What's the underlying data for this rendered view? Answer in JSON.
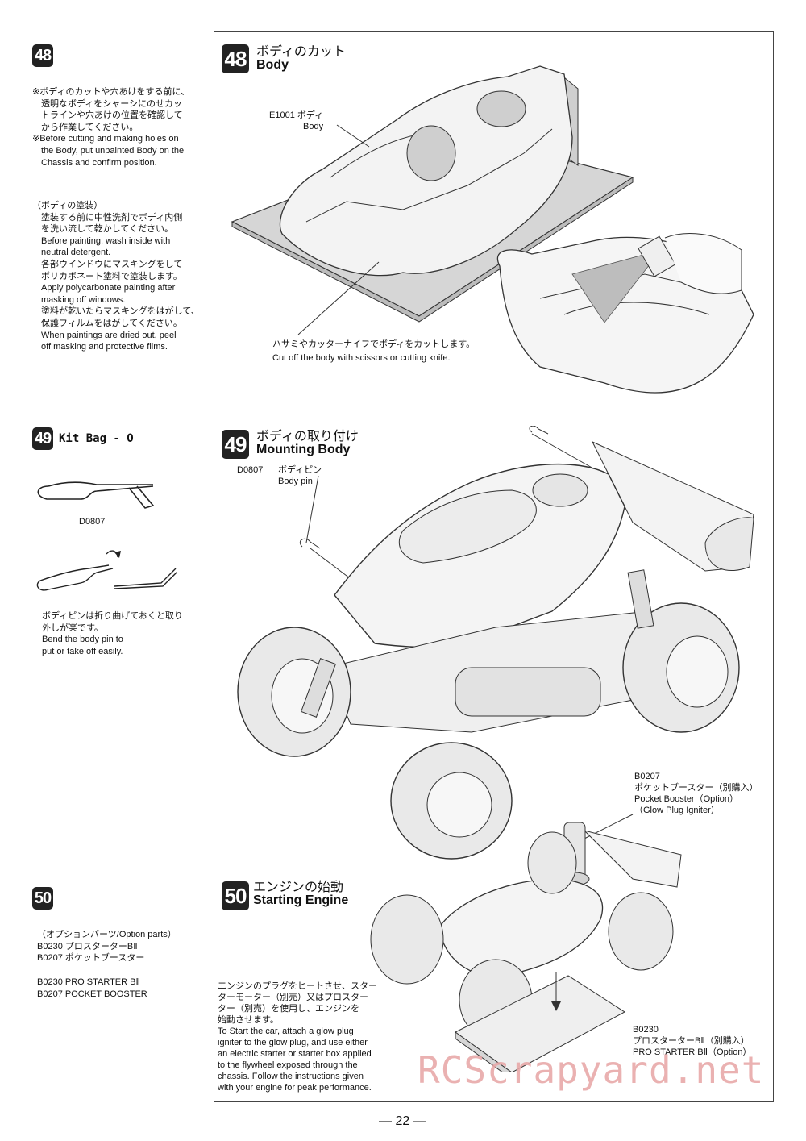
{
  "left": {
    "step48": {
      "number": "48",
      "notes": [
        "※ボディのカットや穴あけをする前に、",
        "　透明なボディをシャーシにのせカッ",
        "　トラインや穴あけの位置を確認して",
        "　から作業してください。",
        "※Before cutting and making holes on",
        "　the Body, put unpainted Body on the",
        "　Chassis and confirm position."
      ],
      "paint_notes": [
        "（ボディの塗装）",
        "　塗装する前に中性洗剤でボディ内側",
        "　を洗い流して乾かしてください。",
        "　Before painting, wash inside with",
        "　neutral detergent.",
        "　各部ウインドウにマスキングをして",
        "　ポリカボネート塗料で塗装します。",
        "　Apply polycarbonate painting after",
        "　masking off windows.",
        "　塗料が乾いたらマスキングをはがして、",
        "　保護フィルムをはがしてください。",
        "　When paintings are dried out, peel",
        "　off masking and protective films."
      ]
    },
    "step49": {
      "number": "49",
      "kit_bag": "Kit Bag - O",
      "part_code": "D0807",
      "notes": [
        "ボディピンは折り曲げておくと取り",
        "外しが楽です。",
        "Bend the body pin to",
        "put or take off easily."
      ]
    },
    "step50": {
      "number": "50",
      "option_lines": [
        "（オプションパーツ/Option parts）",
        "B0230  プロスターターBⅡ",
        "B0207  ポケットブースター"
      ],
      "option_lines_en": [
        "B0230  PRO STARTER BⅡ",
        "B0207  POCKET BOOSTER"
      ]
    }
  },
  "main": {
    "step48": {
      "number": "48",
      "title_jp": "ボディのカット",
      "title_en": "Body",
      "body_label": [
        "E1001 ボディ",
        "Body"
      ],
      "cut_label": [
        "ハサミやカッターナイフでボディをカットします。",
        "Cut off the body with scissors or cutting knife."
      ]
    },
    "step49": {
      "number": "49",
      "title_jp": "ボディの取り付け",
      "title_en": "Mounting Body",
      "pin_code": "D0807",
      "pin_label": [
        "ボディピン",
        "Body pin"
      ]
    },
    "step50": {
      "number": "50",
      "title_jp": "エンジンの始動",
      "title_en": "Starting Engine",
      "booster_label": [
        "B0207",
        "ポケットブースター（別購入）",
        "Pocket Booster（Option）",
        "（Glow Plug Igniter）"
      ],
      "starter_label": [
        "B0230",
        "プロスターターBⅡ（別購入）",
        "PRO STARTER BⅡ（Option）"
      ],
      "instructions": [
        "エンジンのプラグをヒートさせ、スター",
        "ターモーター（別売）又はプロスター",
        "ター（別売）を使用し、エンジンを",
        "始動させます。",
        "To Start the car, attach a glow plug",
        "igniter to the glow plug, and use either",
        "an electric starter or starter box applied",
        "to the flywheel exposed through the",
        "chassis. Follow the instructions given",
        "with your engine for peak performance."
      ]
    }
  },
  "footer": {
    "page_number": "— 22 —",
    "watermark": "RCScrapyard.net"
  }
}
